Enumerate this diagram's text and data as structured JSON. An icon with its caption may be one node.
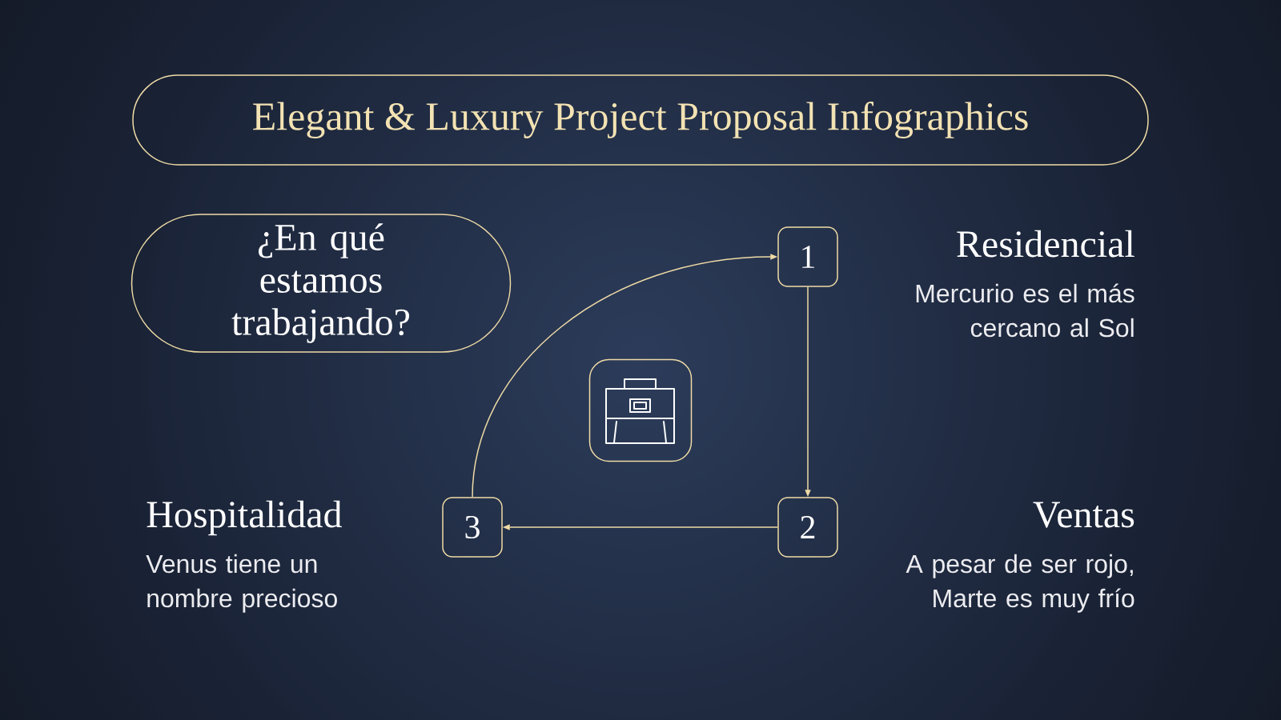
{
  "diagram": {
    "title": "Elegant & Luxury Project Proposal Infographics",
    "nodes": [
      {
        "text": [
          "¿En qué estamos trabajando?"
        ]
      },
      {
        "text": [
          "1"
        ],
        "beside": [
          "Residencial",
          "Mercurio es el más cercano al Sol"
        ]
      },
      {
        "text": [
          "2"
        ],
        "beside": [
          "Ventas",
          "A pesar de ser rojo, Marte es muy frío"
        ]
      },
      {
        "text": [
          "3"
        ],
        "beside": [
          "Hospitalidad",
          "Venus tiene un nombre precioso"
        ]
      },
      {
        "text": [],
        "shape": "box"
      }
    ],
    "edges": [
      {
        "from": 1,
        "to": 2,
        "arrow": "to"
      },
      {
        "from": 2,
        "to": 3,
        "arrow": "to"
      },
      {
        "from": 3,
        "to": 1,
        "arrow": "to"
      }
    ]
  }
}
